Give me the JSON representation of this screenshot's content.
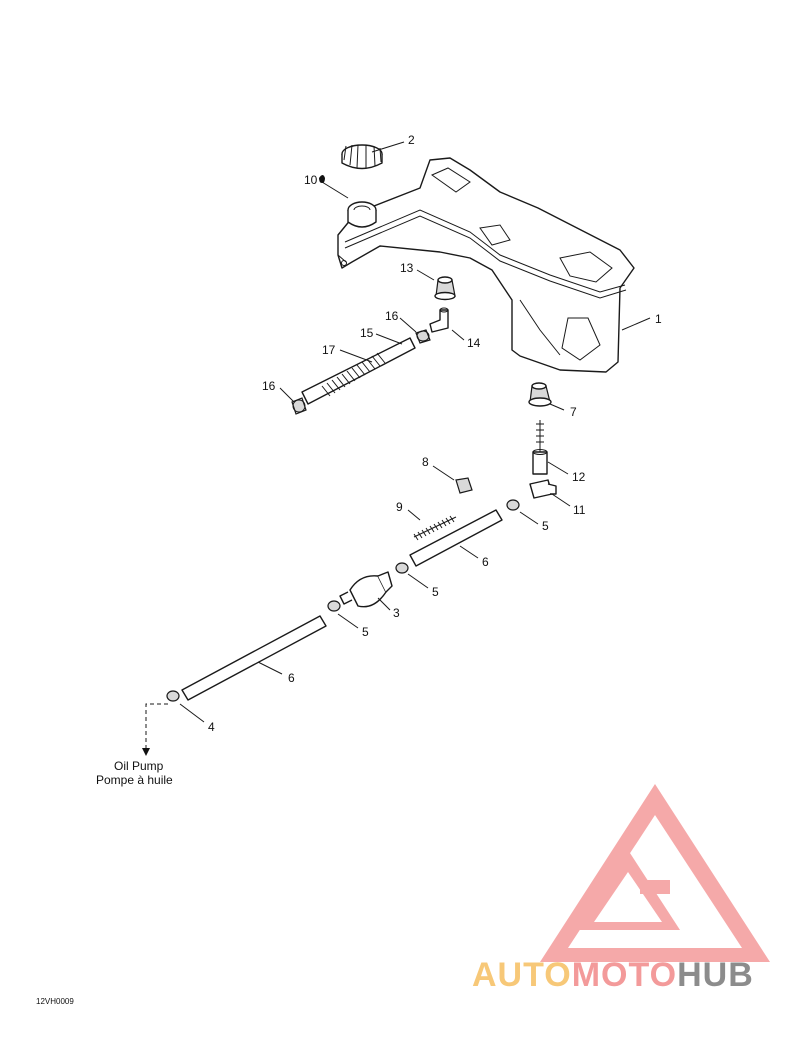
{
  "callouts": [
    {
      "id": "c1",
      "label": "1"
    },
    {
      "id": "c2",
      "label": "2"
    },
    {
      "id": "c3",
      "label": "3"
    },
    {
      "id": "c4",
      "label": "4"
    },
    {
      "id": "c5a",
      "label": "5"
    },
    {
      "id": "c5b",
      "label": "5"
    },
    {
      "id": "c5c",
      "label": "5"
    },
    {
      "id": "c6a",
      "label": "6"
    },
    {
      "id": "c6b",
      "label": "6"
    },
    {
      "id": "c7",
      "label": "7"
    },
    {
      "id": "c8",
      "label": "8"
    },
    {
      "id": "c9",
      "label": "9"
    },
    {
      "id": "c10",
      "label": "10"
    },
    {
      "id": "c11",
      "label": "11"
    },
    {
      "id": "c12",
      "label": "12"
    },
    {
      "id": "c13",
      "label": "13"
    },
    {
      "id": "c14",
      "label": "14"
    },
    {
      "id": "c15",
      "label": "15"
    },
    {
      "id": "c16a",
      "label": "16"
    },
    {
      "id": "c16b",
      "label": "16"
    },
    {
      "id": "c17",
      "label": "17"
    }
  ],
  "destination": {
    "line1": "Oil Pump",
    "line2": "Pompe à huile"
  },
  "drawing_code": "12VH0009",
  "watermark": {
    "part1": "AUTO",
    "part2": "MOTO",
    "part3": "HUB",
    "color_light": "#f7c878",
    "color_red": "#f39a9a",
    "color_gray": "#8c8c8c"
  }
}
